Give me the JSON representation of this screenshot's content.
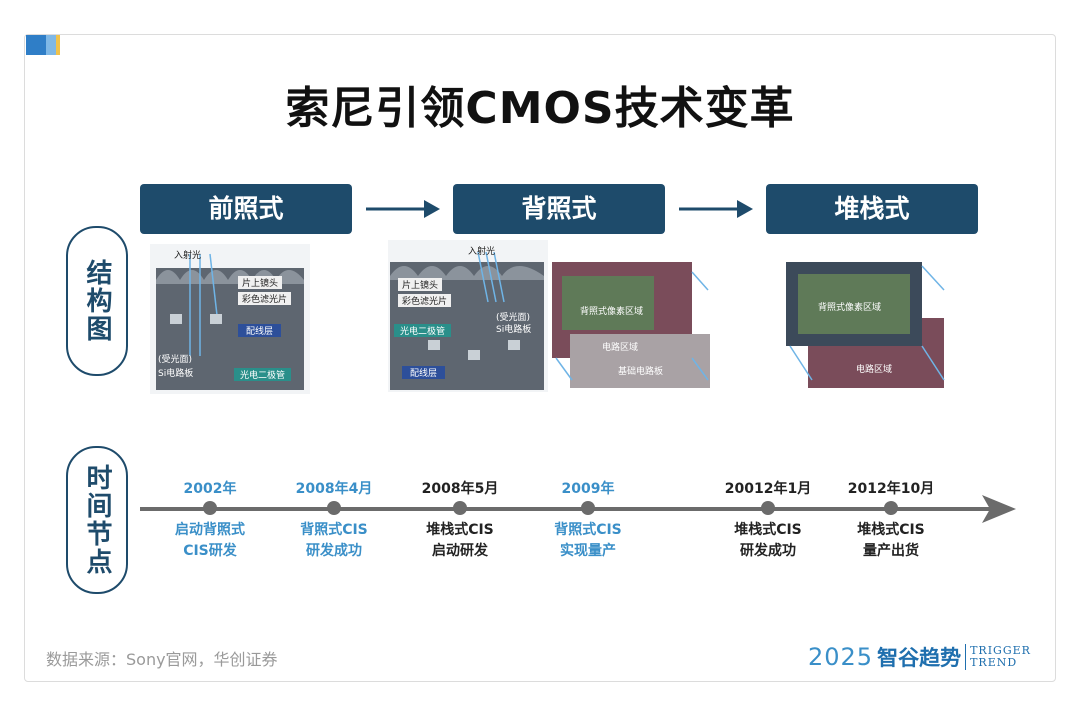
{
  "title": "索尼引领CMOS技术变革",
  "stages": [
    "前照式",
    "背照式",
    "堆栈式"
  ],
  "side_labels": {
    "structure": "结构图",
    "timeline": "时间节点"
  },
  "diagrams": {
    "front": {
      "incident_light": "入射光",
      "microlens": "片上镜头",
      "color_filter": "彩色滤光片",
      "wiring": "配线层",
      "light_side_a": "(受光面)",
      "light_side_b": "Si电路板",
      "photodiode": "光电二极管"
    },
    "back": {
      "incident_light": "入射光",
      "microlens": "片上镜头",
      "color_filter": "彩色滤光片",
      "photodiode": "光电二极管",
      "light_side_a": "(受光面)",
      "light_side_b": "Si电路板",
      "wiring": "配线层"
    },
    "back_chip": {
      "pixel_area": "背照式像素区域",
      "circuit_area": "电路区域",
      "substrate": "基础电路板"
    },
    "stacked_chip": {
      "pixel_area": "背照式像素区域",
      "circuit_area": "电路区域"
    }
  },
  "timeline": [
    {
      "date": "2002年",
      "line1": "启动背照式",
      "line2": "CIS研发",
      "color": "#3a8fc8"
    },
    {
      "date": "2008年4月",
      "line1": "背照式CIS",
      "line2": "研发成功",
      "color": "#3a8fc8"
    },
    {
      "date": "2008年5月",
      "line1": "堆栈式CIS",
      "line2": "启动研发",
      "color": "#222222"
    },
    {
      "date": "2009年",
      "line1": "背照式CIS",
      "line2": "实现量产",
      "color": "#3a8fc8"
    },
    {
      "date": "20012年1月",
      "line1": "堆栈式CIS",
      "line2": "研发成功",
      "color": "#222222"
    },
    {
      "date": "2012年10月",
      "line1": "堆栈式CIS",
      "line2": "量产出货",
      "color": "#222222"
    }
  ],
  "source": "数据来源：Sony官网，华创证券",
  "brand": {
    "year": "2025",
    "name": "智谷趋势",
    "en1": "TRIGGER",
    "en2": "TREND"
  },
  "colors": {
    "stage_bg": "#1e4b6b",
    "accent_blue": "#3a8fc8",
    "timeline_gray": "#6b6b6b"
  }
}
